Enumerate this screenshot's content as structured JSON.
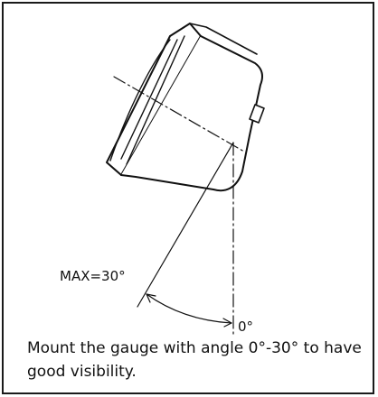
{
  "diagram": {
    "max_angle_label": "MAX=30°",
    "zero_angle_label": "0°"
  },
  "caption": "Mount the gauge with angle 0°-30° to have good visibility."
}
